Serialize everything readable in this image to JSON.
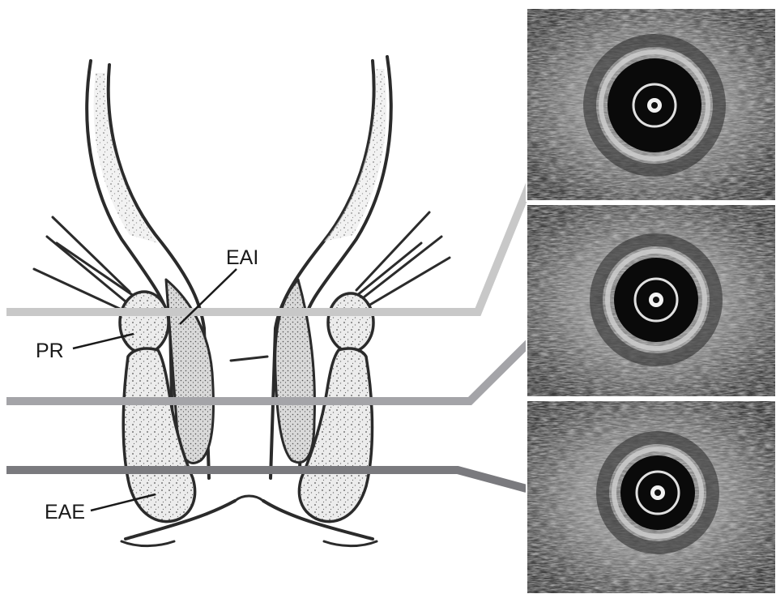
{
  "labels": {
    "eai": "EAI",
    "pr": "PR",
    "eae": "EAE"
  },
  "colors": {
    "level_upper": "#c8c8c8",
    "level_middle": "#a4a4a8",
    "level_lower": "#7a7a7e",
    "drawing_ink": "#2b2b2b",
    "muscle_fill": "#e6e6e6",
    "ultrasound_dark": "#0a0a0a"
  },
  "ultrasound_panels": [
    {
      "name": "upper-level-scan"
    },
    {
      "name": "middle-level-scan"
    },
    {
      "name": "lower-level-scan"
    }
  ]
}
